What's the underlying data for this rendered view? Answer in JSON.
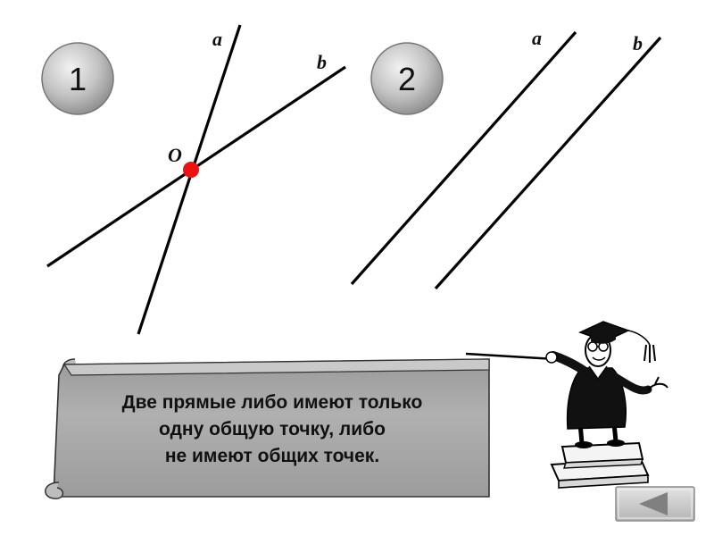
{
  "figure1": {
    "number": "1",
    "line_a_label": "a",
    "line_b_label": "b",
    "point_label": "O"
  },
  "figure2": {
    "number": "2",
    "line_a_label": "a",
    "line_b_label": "b"
  },
  "scroll": {
    "lines": [
      "Две прямые либо имеют только",
      "одну общую точку, либо",
      "не имеют общих точек."
    ]
  },
  "colors": {
    "point": "#ee1111",
    "scroll_fill": "#a6a6a6",
    "badge": "#b5b5b5",
    "nav": "#c8c8c8"
  },
  "icons": {
    "back_button": "triangle-left-icon",
    "teacher": "professor-with-pointer-illustration"
  }
}
